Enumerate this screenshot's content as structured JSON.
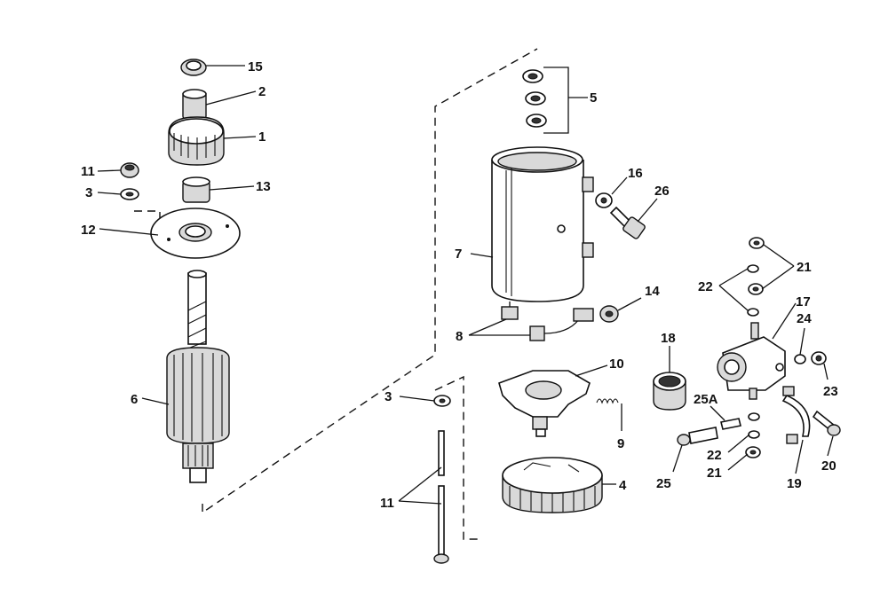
{
  "callouts": {
    "c15": "15",
    "c2": "2",
    "c1": "1",
    "c11a": "11",
    "c3a": "3",
    "c13": "13",
    "c12": "12",
    "c6": "6",
    "c5": "5",
    "c16": "16",
    "c26": "26",
    "c7": "7",
    "c14": "14",
    "c8": "8",
    "c10": "10",
    "c3b": "3",
    "c9": "9",
    "c11b": "11",
    "c4": "4",
    "c18": "18",
    "c21a": "21",
    "c22a": "22",
    "c17": "17",
    "c24": "24",
    "c23": "23",
    "c25A": "25A",
    "c22b": "22",
    "c21b": "21",
    "c25": "25",
    "c19": "19",
    "c20": "20"
  },
  "colors": {
    "ink": "#111111",
    "paper": "#ffffff",
    "shade": "#d9d9d9"
  }
}
